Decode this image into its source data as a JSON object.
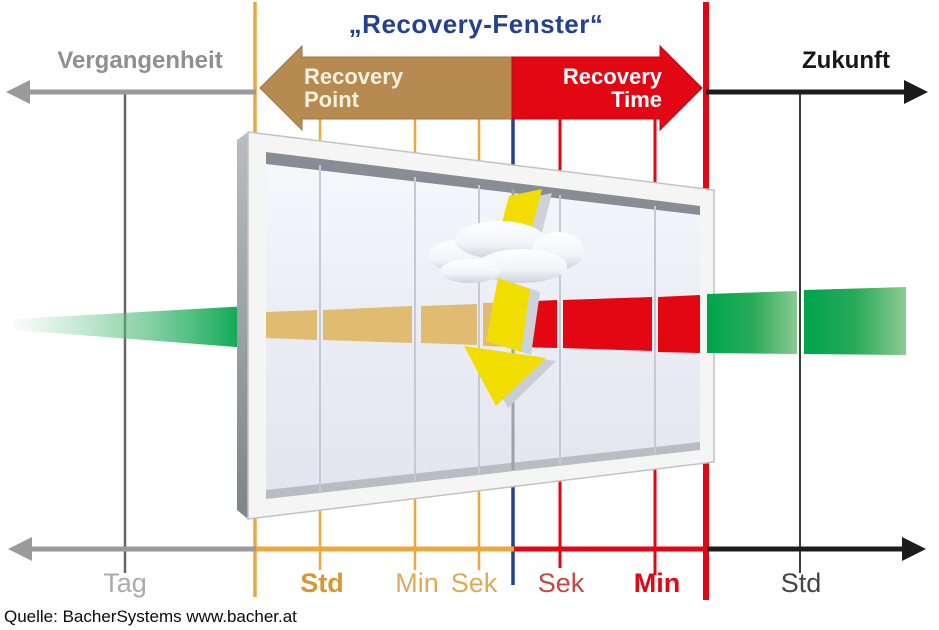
{
  "title": "„Recovery-Fenster“",
  "axis": {
    "past_label": "Vergangenheit",
    "future_label": "Zukunft"
  },
  "recovery_arrows": {
    "point_line1": "Recovery",
    "point_line2": "Point",
    "time_line1": "Recovery",
    "time_line2": "Time"
  },
  "bottom_ticks": {
    "tag": "Tag",
    "std_left": "Std",
    "min_left": "Min",
    "sek_left": "Sek",
    "sek_right": "Sek",
    "min_right": "Min",
    "std_right": "Std"
  },
  "caption": "Quelle: BacherSystems www.bacher.at",
  "icons": {
    "cloud": "cloud-icon",
    "lightning": "lightning-down-arrow-icon"
  },
  "colors": {
    "title_blue": "#24418e",
    "past_gray": "#9a9a9a",
    "future_black": "#1c1c1c",
    "recovery_point_tan": "#b78a52",
    "recovery_time_red": "#e30613",
    "band_tan": "#dfbc72",
    "band_red": "#e30613",
    "band_green": "#00a44c",
    "tick_orange": "#eaa83e",
    "center_line_navy": "#27418c",
    "lightning_yellow": "#f2dd00",
    "window_frame_gray": "#878c95"
  }
}
